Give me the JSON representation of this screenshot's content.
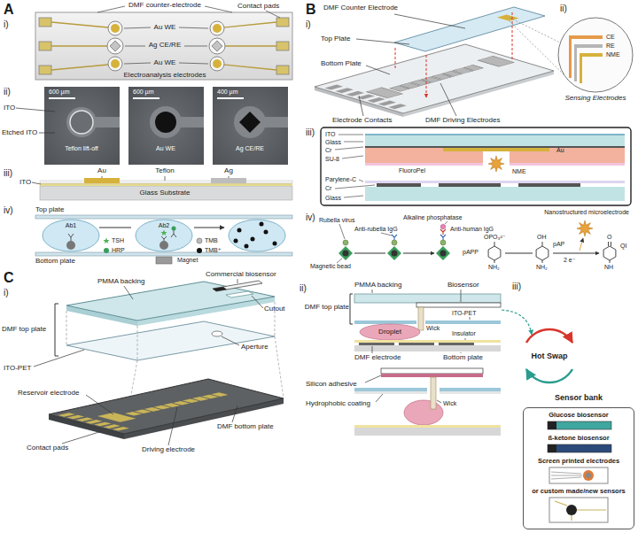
{
  "diagram": {
    "nodes": [
      {
        "text": [
          "Sensor bank",
          "Glucose biosensor",
          "ß-ketone biosensor",
          "Screen printed electrodes",
          "or custom made/new sensors"
        ]
      }
    ],
    "labels": [
      "A",
      "i)",
      "DMF counter-electrode",
      "Au WE",
      "Ag CE/RE",
      "Au WE",
      "Contact pads",
      "Electroanalysis electrodes",
      "ii)",
      "600 µm",
      "600 µm",
      "400 µm",
      "ITO",
      "Etched ITO",
      "Teflon lift-off",
      "Au WE",
      "Ag CE/RE",
      "iii)",
      "Au",
      "Teflon",
      "Ag",
      "ITO",
      "Glass Substrate",
      "iv)",
      "Top plate",
      "Bottom plate",
      "Ab1",
      "Ab2",
      "Magnet",
      "TSH",
      "HRP",
      "TMB",
      "TMB⁺",
      "B",
      "i)",
      "DMF Counter Electrode",
      "Top Plate",
      "Bottom Plate",
      "Electrode Contacts",
      "DMF Driving Electrodes",
      "ii)",
      "CE",
      "RE",
      "NME",
      "Sensing Electrodes",
      "iii)",
      "ITO",
      "Glass",
      "Cr",
      "SU-8",
      "Au",
      "FluoroPel",
      "NME",
      "Parylene-C",
      "Cr",
      "Glass",
      "iv)",
      "Nanostructured microelectrode",
      "Rubella virus",
      "Anti-rubella IgG",
      "Alkaline phosphatase",
      "Anti-human IgG",
      "Magnetic bead",
      "OH",
      "NH₂",
      "pAP",
      "2 e⁻",
      "O",
      "NH",
      "QI",
      "OPO₃²⁻",
      "NH₂",
      "pAPP",
      "C",
      "i)",
      "PMMA backing",
      "Commercial biosensor",
      "DMF top plate",
      "Cutout",
      "Aperture",
      "ITO-PET",
      "Reservoir electrode",
      "Contact pads",
      "Driving electrode",
      "DMF bottom plate",
      "ii)",
      "PMMA backing",
      "Biosensor",
      "DMF top plate",
      "Droplet",
      "Wick",
      "ITO-PET",
      "Insulator",
      "DMF electrode",
      "Bottom plate",
      "Silicon adhesive",
      "Hydrophobic coating",
      "Wick",
      "iii)",
      "Hot Swap"
    ]
  }
}
